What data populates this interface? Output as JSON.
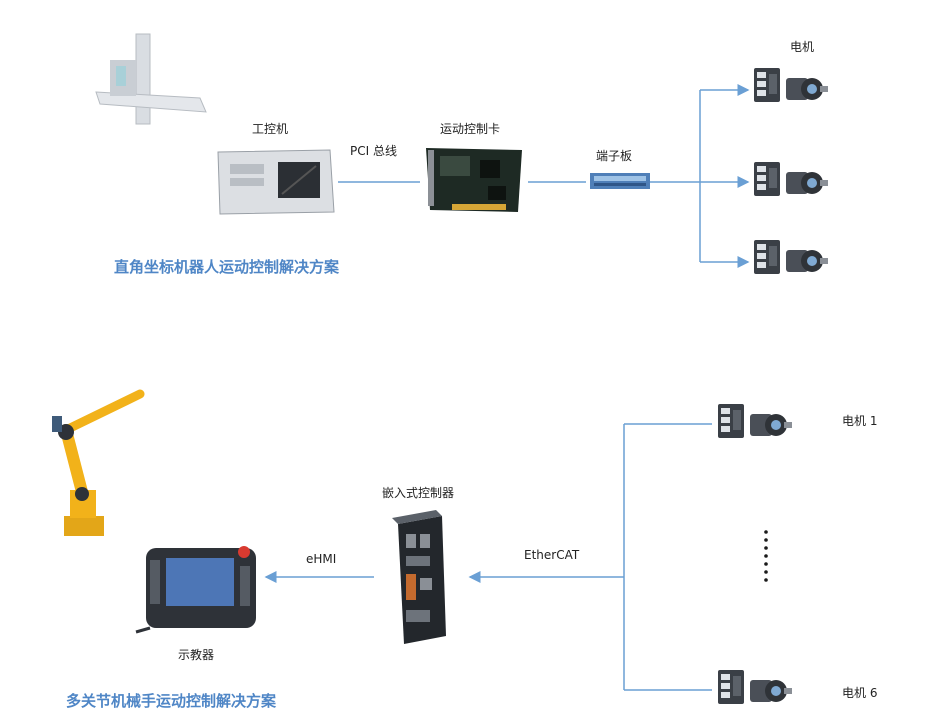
{
  "top_section": {
    "title": "直角坐标机器人运动控制解决方案",
    "labels": {
      "ipc": "工控机",
      "pci_bus": "PCI 总线",
      "motion_card": "运动控制卡",
      "terminal_board": "端子板",
      "motor": "电机"
    }
  },
  "bottom_section": {
    "title": "多关节机械手运动控制解决方案",
    "labels": {
      "controller": "嵌入式控制器",
      "ehmi": "eHMI",
      "ethercat": "EtherCAT",
      "teach_pendant": "示教器",
      "motor_1": "电机 1",
      "motor_6": "电机 6"
    }
  },
  "colors": {
    "title": "#4f86c6",
    "line": "#6a9fd4",
    "robot_yellow": "#f2b21a",
    "device_dark": "#2e3238"
  }
}
